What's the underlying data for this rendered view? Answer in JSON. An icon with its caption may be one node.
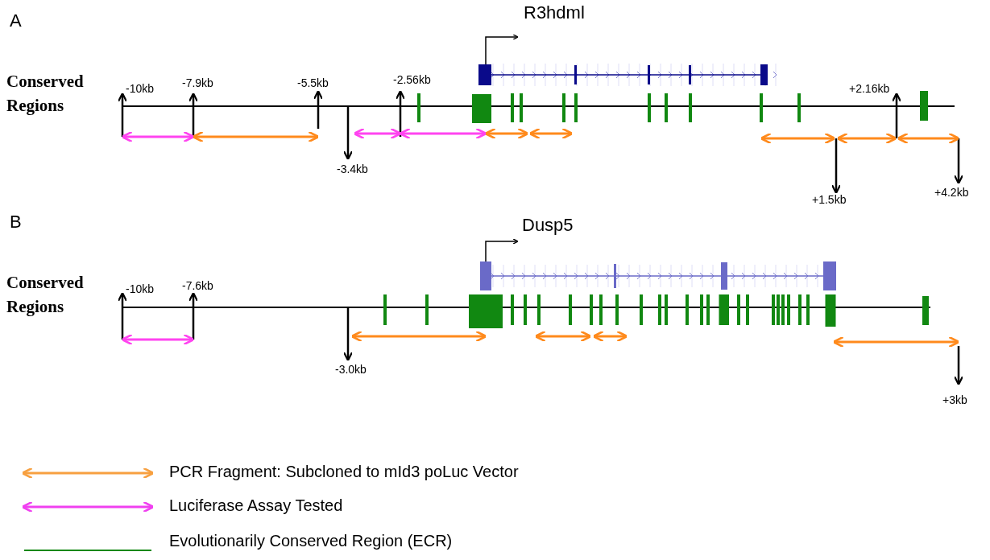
{
  "diagram": {
    "labels": [
      "A",
      "R3hdml",
      "Conserved Regions",
      "-10kb",
      "-7.9kb",
      "-5.5kb",
      "-2.56kb",
      "-3.4kb",
      "+2.16kb",
      "+1.5kb",
      "+4.2kb",
      "B",
      "Dusp5",
      "Conserved Regions",
      "-10kb",
      "-7.6kb",
      "-3.0kb",
      "+3kb"
    ],
    "legend": [
      {
        "text": "PCR Fragment: Subcloned to mId3 poLuc Vector",
        "color": "#f7a040"
      },
      {
        "text": "Luciferase Assay Tested",
        "color": "#f040f0"
      },
      {
        "text": "Evolutionarily Conserved Region (ECR)",
        "color": "#118811"
      }
    ]
  }
}
